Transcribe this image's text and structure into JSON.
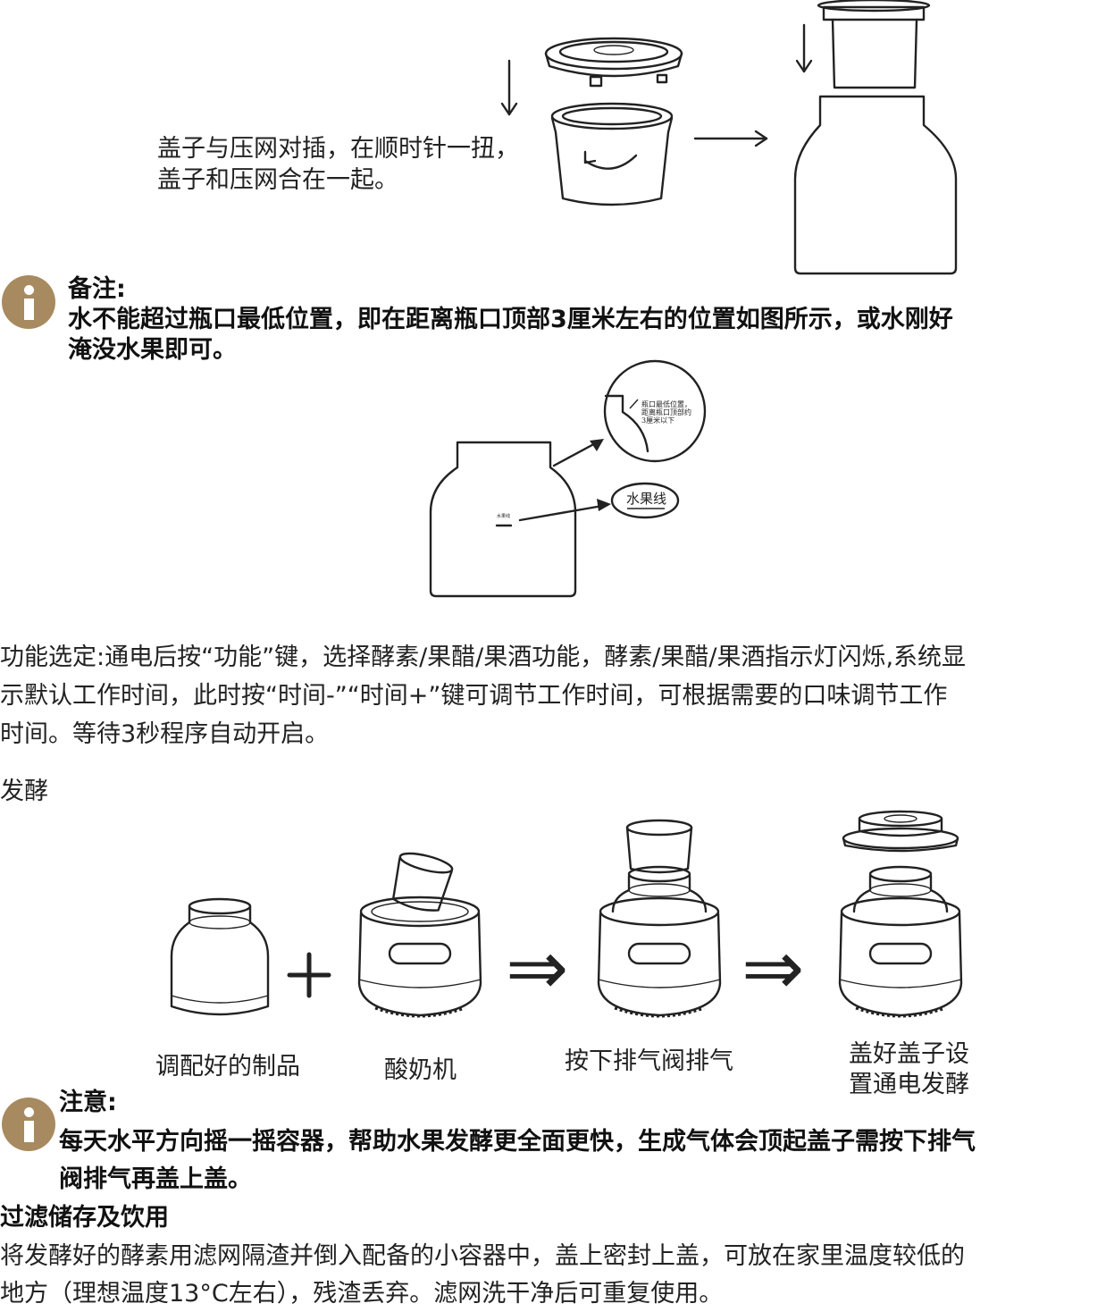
{
  "step_top": {
    "caption_line1": "盖子与压网对插，在顺时针一扭，",
    "caption_line2": "盖子和压网合在一起。"
  },
  "note1": {
    "title": "备注:",
    "line1": "水不能超过瓶口最低位置，即在距离瓶口顶部3厘米左右的位置如图所示，或水刚好",
    "line2": "淹没水果即可。"
  },
  "bottle_diagram": {
    "zoom_label_line1": "瓶口最低位置，",
    "zoom_label_line2": "距离瓶口顶部约",
    "zoom_label_line3": "3厘米以下",
    "fruit_line_label": "水果线",
    "small_mark_label": "水果线"
  },
  "function_para": {
    "line1": "功能选定:通电后按“功能”键，选择酵素/果醋/果酒功能，酵素/果醋/果酒指示灯闪烁,系统显",
    "line2": "示默认工作时间，此时按“时间-”“时间+”键可调节工作时间，可根据需要的口味调节工作",
    "line3": "时间。等待3秒程序自动开启。"
  },
  "ferment_heading": "发酵",
  "ferment_steps": {
    "label1": "调配好的制品",
    "label2": "酸奶机",
    "label3": "按下排气阀排气",
    "label4_line1": "盖好盖子设",
    "label4_line2": "置通电发酵",
    "plus": "+",
    "arrow": "⇒"
  },
  "note2": {
    "title": "注意:",
    "line1": "每天水平方向摇一摇容器，帮助水果发酵更全面更快，生成气体会顶起盖子需按下排气",
    "line2": "阀排气再盖上盖。"
  },
  "storage": {
    "title": "过滤储存及饮用",
    "line1": "将发酵好的酵素用滤网隔渣并倒入配备的小容器中，盖上密封上盖，可放在家里温度较低的",
    "line2": "地方（理想温度13°C左右），残渣丢弃。滤网洗干净后可重复使用。"
  },
  "colors": {
    "icon": "#a88a60",
    "text": "#222222"
  }
}
